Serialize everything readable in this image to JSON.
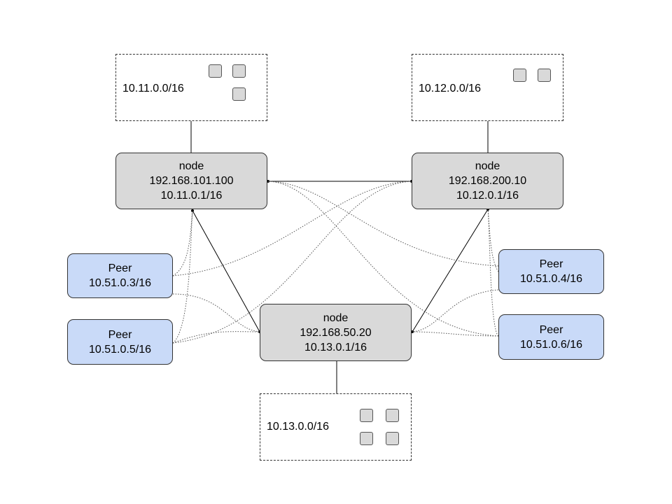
{
  "subnets": [
    {
      "id": "a",
      "label": "10.11.0.0/16"
    },
    {
      "id": "b",
      "label": "10.12.0.0/16"
    },
    {
      "id": "c",
      "label": "10.13.0.0/16"
    }
  ],
  "nodes": [
    {
      "id": "a",
      "title": "node",
      "public_ip": "192.168.101.100",
      "tunnel_ip": "10.11.0.1/16"
    },
    {
      "id": "b",
      "title": "node",
      "public_ip": "192.168.200.10",
      "tunnel_ip": "10.12.0.1/16"
    },
    {
      "id": "c",
      "title": "node",
      "public_ip": "192.168.50.20",
      "tunnel_ip": "10.13.0.1/16"
    }
  ],
  "peers": [
    {
      "id": "p3",
      "title": "Peer",
      "ip": "10.51.0.3/16"
    },
    {
      "id": "p5",
      "title": "Peer",
      "ip": "10.51.0.5/16"
    },
    {
      "id": "p4",
      "title": "Peer",
      "ip": "10.51.0.4/16"
    },
    {
      "id": "p6",
      "title": "Peer",
      "ip": "10.51.0.6/16"
    }
  ],
  "colors": {
    "node_fill": "#d9d9d9",
    "peer_fill": "#c9daf8",
    "border": "#333333"
  }
}
